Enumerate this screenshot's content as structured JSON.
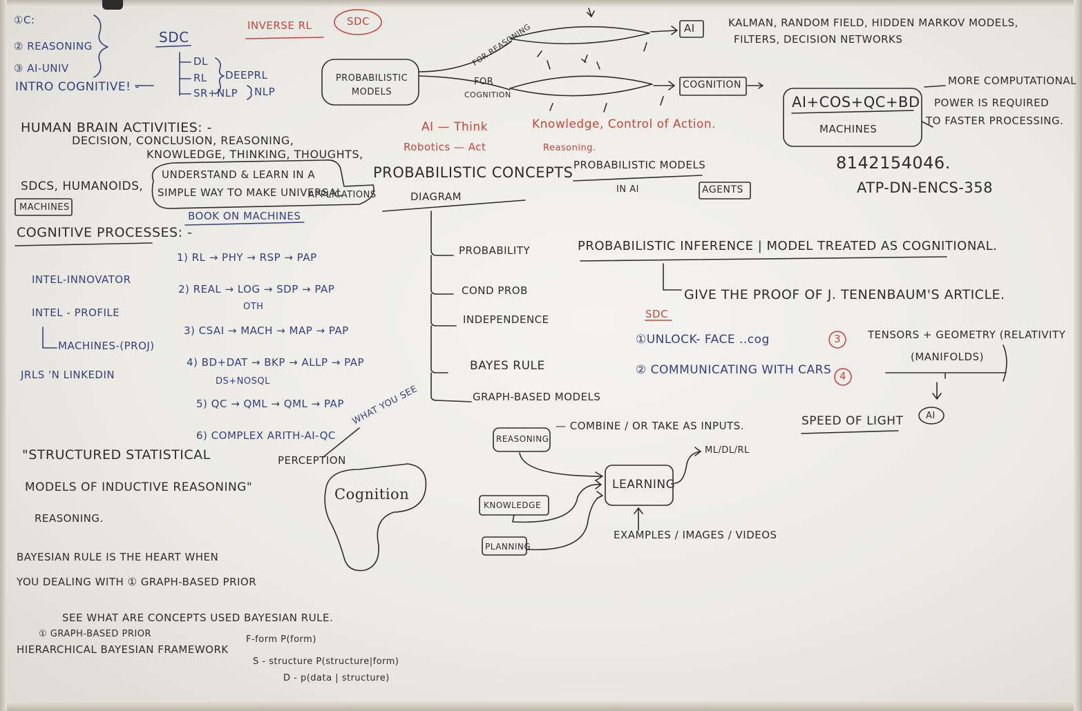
{
  "left_column": {
    "list": [
      "①C:",
      "② REASONING",
      "③ AI-UNIV"
    ],
    "intro": "INTRO COGNITIVE! -",
    "human_brain_title": "HUMAN BRAIN ACTIVITIES: -",
    "human_brain_line1": "DECISION, CONCLUSION, REASONING,",
    "human_brain_line2": "KNOWLEDGE, THINKING, THOUGHTS,",
    "sdcs_line": "SDCS, HUMANOIDS,",
    "machines_box": "MACHINES",
    "cognitive_processes": "COGNITIVE PROCESSES: -",
    "intel_innovator": "INTEL-INNOVATOR",
    "intel_profile": "INTEL - PROFILE",
    "machines_proj": "MACHINES-(PROJ)",
    "jrls_linkedin": "JRLS 'N LINKEDIN",
    "quote_line1": "\"STRUCTURED STATISTICAL",
    "quote_line2": "MODELS OF INDUCTIVE REASONING\"",
    "reasoning": "REASONING.",
    "bayesian_line1": "BAYESIAN RULE IS THE HEART WHEN",
    "bayesian_line2": "YOU DEALING WITH ① GRAPH-BASED PRIOR",
    "see_line": "SEE WHAT ARE CONCEPTS USED BAYESIAN RULE.",
    "graph_prior": "① GRAPH-BASED PRIOR",
    "hierarchical": "HIERARCHICAL BAYESIAN FRAMEWORK",
    "form_line1": "F-form P(form)",
    "form_line2": "S - structure P(structure|form)",
    "form_line3": "D - p(data | structure)"
  },
  "sdc_block": {
    "sdc": "SDC",
    "dl": "DL",
    "rl": "RL",
    "sr_nlp": "SR+NLP",
    "deeprl": "DEEPRL",
    "nlp": "NLP"
  },
  "inverse_rl": "INVERSE RL",
  "sdc_oval": "SDC",
  "understand_box_line1": "UNDERSTAND & LEARN IN A",
  "understand_box_line2": "SIMPLE WAY TO MAKE UNIVERSAL",
  "applications": "APPLICATIONS",
  "book_on_machines": "BOOK ON MACHINES",
  "pipelines": [
    "1) RL → PHY → RSP → PAP",
    "2) REAL → LOG → SDP → PAP",
    "3) CSAI → MACH → MAP → PAP",
    "4) BD+DAT → BKP → ALLP → PAP",
    "5) QC → QML → QML → PAP",
    "6) COMPLEX ARITH-AI-QC"
  ],
  "oth_note": "OTH",
  "ds_note": "DS+NOSQL",
  "what_you_see": "WHAT YOU SEE",
  "perception": "PERCEPTION",
  "cognition_cloud": "Cognition",
  "prob_models_box": "PROBABILISTIC MODELS",
  "for_reasoning": "FOR REASONING",
  "for_cognition_line1": "FOR",
  "for_cognition_line2": "COGNITION",
  "ai_box": "AI",
  "ai_list_line1": "KALMAN, RANDOM FIELD, HIDDEN MARKOV MODELS,",
  "ai_list_line2": "FILTERS, DECISION NETWORKS",
  "cognition_box": "COGNITION",
  "ai_cos_box": "AI+COS+QC+BD",
  "machines_label": "MACHINES",
  "more_comp_line1": "MORE COMPUTATIONAL",
  "more_comp_line2": "POWER IS REQUIRED",
  "more_comp_line3": "TO FASTER PROCESSING.",
  "phone": "8142154046.",
  "atp_code": "ATP-DN-ENCS-358",
  "ai_think": "AI — Think",
  "robotics_act": "Robotics — Act",
  "knowledge_control": "Knowledge, Control of Action.",
  "reasoning_red": "Reasoning.",
  "prob_concepts_line1": "PROBABILISTIC CONCEPTS",
  "prob_concepts_line2": "DIAGRAM",
  "concept_branches": [
    "PROBABILITY",
    "COND PROB",
    "INDEPENDENCE",
    "BAYES RULE",
    "GRAPH-BASED MODELS"
  ],
  "prob_models_ai_line1": "PROBABILISTIC MODELS",
  "prob_models_ai_line2": "IN AI",
  "agents_box": "AGENTS",
  "prob_inference": "PROBABILISTIC INFERENCE | MODEL TREATED AS COGNITIONAL.",
  "give_proof": "GIVE THE PROOF OF J. TENENBAUM'S ARTICLE.",
  "sdc_red": "SDC",
  "unlock_face": "①UNLOCK- FACE ..cog",
  "communicating": "② COMMUNICATING WITH CARS",
  "circle_3": "3",
  "circle_4": "4",
  "tensors_line1": "TENSORS + GEOMETRY (RELATIVITY",
  "tensors_line2": "(MANIFOLDS)",
  "ai_circle": "AI",
  "speed_of_light": "SPEED OF LIGHT",
  "reasoning_box": "REASONING",
  "combine_text": "— COMBINE / OR TAKE AS INPUTS.",
  "knowledge_box": "KNOWLEDGE",
  "planning_box": "PLANNING",
  "learning_box": "LEARNING",
  "ml_dl_rl": "ML/DL/RL",
  "examples_images": "EXAMPLES / IMAGES / VIDEOS"
}
